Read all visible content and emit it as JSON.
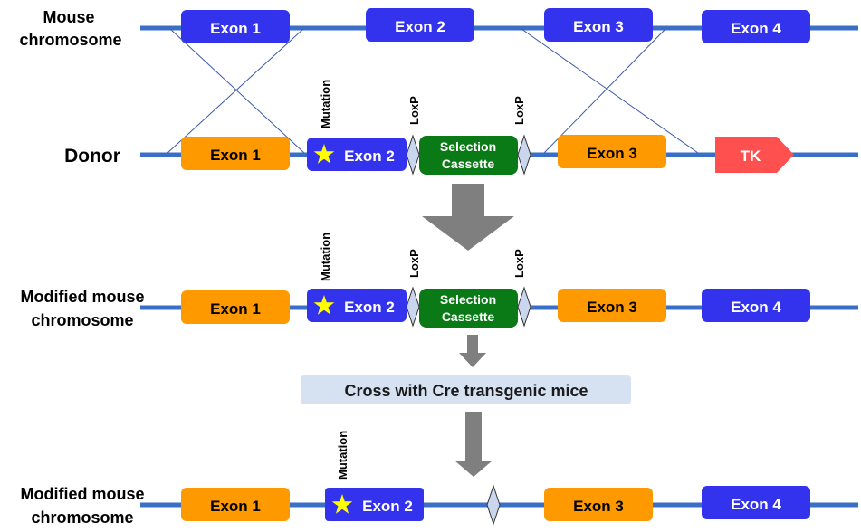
{
  "colors": {
    "chromosome_line": "#3a6fc8",
    "exon_blue": "#3333ee",
    "exon_orange": "#ff9900",
    "selection_green": "#0a7a16",
    "tk_red": "#ff5050",
    "loxp_fill": "#c9d6ee",
    "arrow_gray": "#7f7f7f",
    "cre_box": "#d6e2f2",
    "star_yellow": "#ffff00"
  },
  "rows": {
    "mouse": {
      "label_line1": "Mouse",
      "label_line2": "chromosome",
      "exons": [
        "Exon 1",
        "Exon 2",
        "Exon 3",
        "Exon 4"
      ]
    },
    "donor": {
      "label": "Donor",
      "exon1": "Exon 1",
      "exon2": "Exon 2",
      "mutation_label": "Mutation",
      "loxp1": "LoxP",
      "loxp2": "LoxP",
      "cassette_line1": "Selection",
      "cassette_line2": "Cassette",
      "exon3": "Exon 3",
      "tk": "TK"
    },
    "modified1": {
      "label_line1": "Modified mouse",
      "label_line2": "chromosome",
      "exon1": "Exon 1",
      "exon2": "Exon 2",
      "mutation_label": "Mutation",
      "loxp1": "LoxP",
      "loxp2": "LoxP",
      "cassette_line1": "Selection",
      "cassette_line2": "Cassette",
      "exon3": "Exon 3",
      "exon4": "Exon 4"
    },
    "modified2": {
      "label_line1": "Modified mouse",
      "label_line2": "chromosome",
      "exon1": "Exon 1",
      "exon2": "Exon 2",
      "mutation_label": "Mutation",
      "exon3": "Exon 3",
      "exon4": "Exon 4"
    }
  },
  "cross_step": "Cross with Cre transgenic mice"
}
